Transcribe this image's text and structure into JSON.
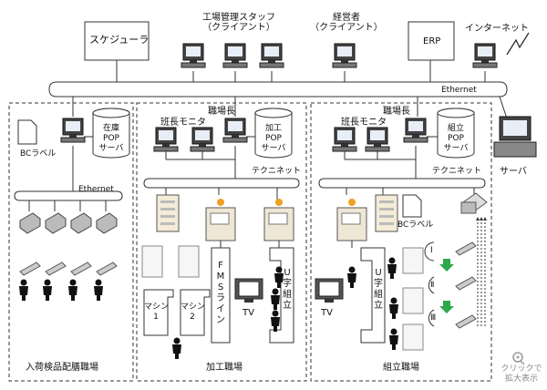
{
  "top": {
    "scheduler": "スケジューラ",
    "factory_staff": [
      "工場管理スタッフ",
      "（クライアント）"
    ],
    "manager": [
      "経営者",
      "（クライアント）"
    ],
    "erp": "ERP",
    "internet": "インターネット",
    "ethernet": "Ethernet"
  },
  "left_zone": {
    "bc_label": "BCラベル",
    "pop_server": [
      "在庫",
      "POP",
      "サーバ"
    ],
    "ethernet": "Ethernet",
    "caption": "入荷検品配膳職場"
  },
  "middle_zone": {
    "section_chief": "職場長",
    "team_monitor": "班長モニタ",
    "pop_server": [
      "加工",
      "POP",
      "サーバ"
    ],
    "technet": "テクニネット",
    "machine1": [
      "マシン",
      "1"
    ],
    "machine2": [
      "マシン",
      "2"
    ],
    "fms_line": [
      "F",
      "M",
      "S",
      "ラ",
      "イ",
      "ン"
    ],
    "u_cell": [
      "U",
      "字",
      "組",
      "立"
    ],
    "tv": "TV",
    "caption": "加工職場"
  },
  "right_zone": {
    "section_chief": "職場長",
    "team_monitor": "班長モニタ",
    "pop_server": [
      "組立",
      "POP",
      "サーバ"
    ],
    "technet": "テクニネット",
    "bc_label": "BCラベル",
    "u_cell": [
      "U",
      "字",
      "組",
      "立"
    ],
    "tv": "TV",
    "stages": [
      "Ⅰ",
      "Ⅱ",
      "Ⅲ"
    ],
    "caption": "組立職場"
  },
  "server": "サーバ",
  "zoom": [
    "クリックで",
    "拡大表示"
  ]
}
